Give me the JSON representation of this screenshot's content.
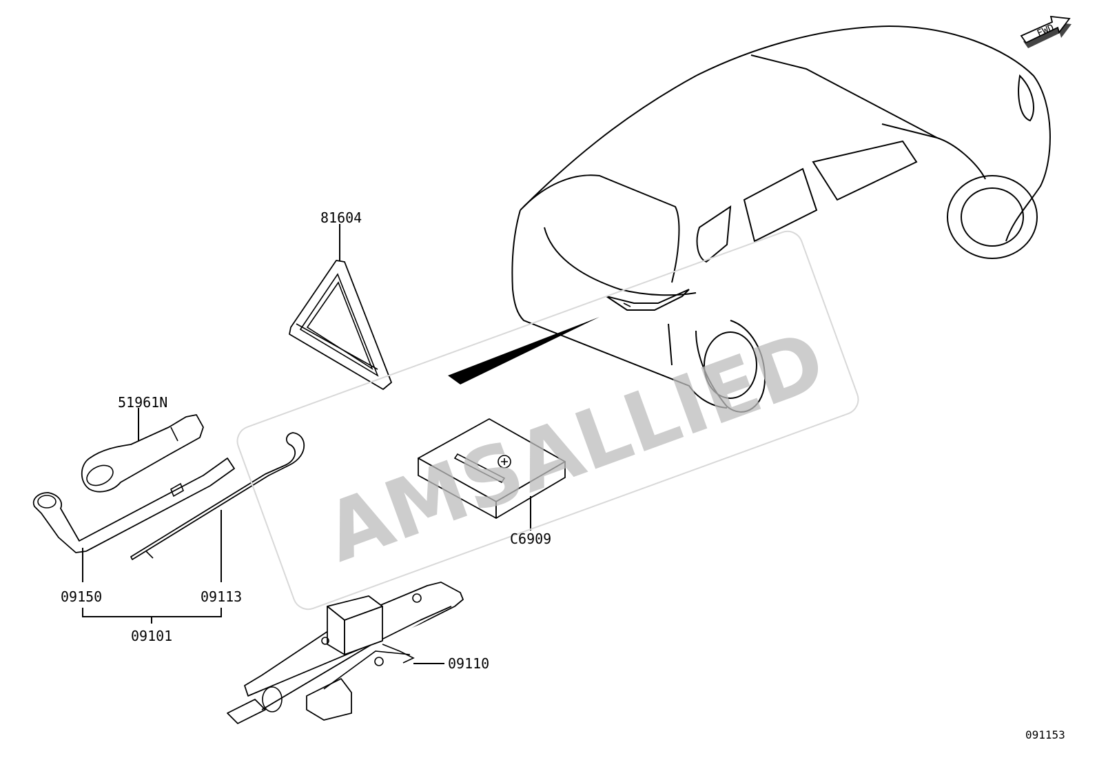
{
  "watermark": "AMSALLIED",
  "fwd_label": "FWD",
  "figure_id": "091153",
  "parts": {
    "p81604": "81604",
    "p51961N": "51961N",
    "pC6909": "C6909",
    "p09150": "09150",
    "p09113": "09113",
    "p09101": "09101",
    "p09110": "09110"
  }
}
